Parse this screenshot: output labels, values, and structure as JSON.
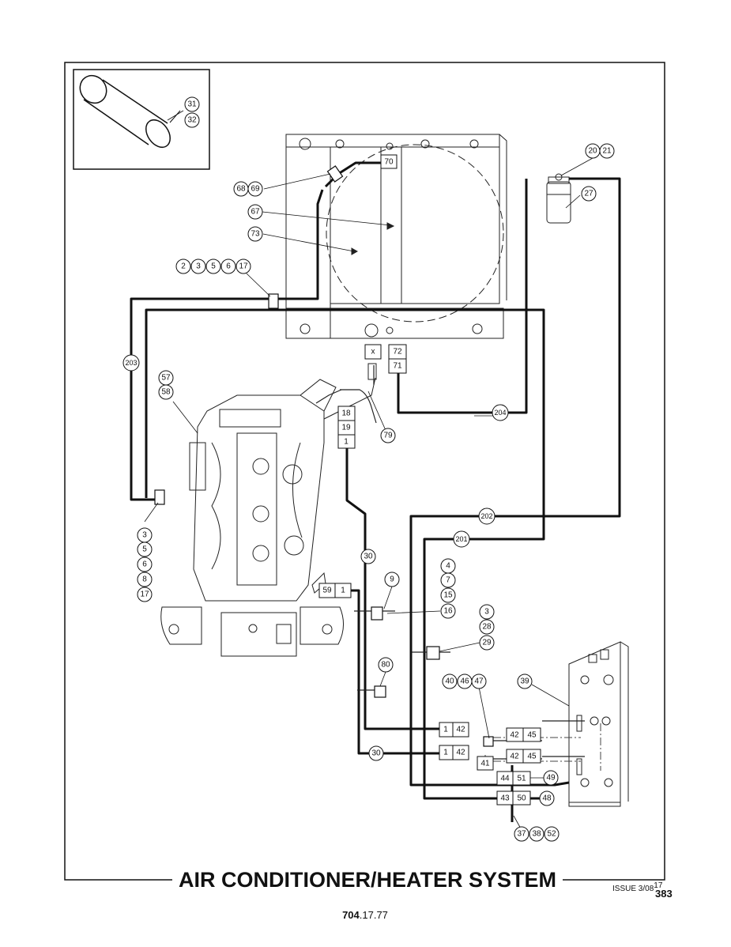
{
  "title": "AIR CONDITIONER/HEATER SYSTEM",
  "issue": "ISSUE 3/08",
  "issue_suffix": "17",
  "page_number": "383",
  "doc_number_bold": "704",
  "doc_number_rest": ".17.77",
  "callouts": {
    "c31": "31",
    "c32": "32",
    "c20": "20",
    "c21": "21",
    "c27": "27",
    "c68": "68",
    "c69": "69",
    "c67": "67",
    "c73": "73",
    "c70": "70",
    "c2": "2",
    "c3a": "3",
    "c5a": "5",
    "c6a": "6",
    "c17a": "17",
    "c203": "203",
    "cx": "x",
    "c72": "72",
    "c71": "71",
    "c57": "57",
    "c58": "58",
    "c18": "18",
    "c19": "19",
    "c1a": "1",
    "c79": "79",
    "c204": "204",
    "c3b": "3",
    "c5b": "5",
    "c6b": "6",
    "c8": "8",
    "c17b": "17",
    "c202": "202",
    "c201": "201",
    "c30a": "30",
    "c59": "59",
    "c1b": "1",
    "c9": "9",
    "c4": "4",
    "c7": "7",
    "c15": "15",
    "c16": "16",
    "c3c": "3",
    "c28": "28",
    "c29": "29",
    "c80": "80",
    "c40": "40",
    "c46": "46",
    "c47": "47",
    "c39": "39",
    "c1c": "1",
    "c42a": "42",
    "c42b": "42",
    "c45a": "45",
    "c30b": "30",
    "c1d": "1",
    "c42c": "42",
    "c42d": "42",
    "c45b": "45",
    "c41": "41",
    "c44": "44",
    "c51": "51",
    "c49": "49",
    "c43": "43",
    "c50": "50",
    "c48": "48",
    "c37": "37",
    "c38": "38",
    "c52": "52"
  }
}
